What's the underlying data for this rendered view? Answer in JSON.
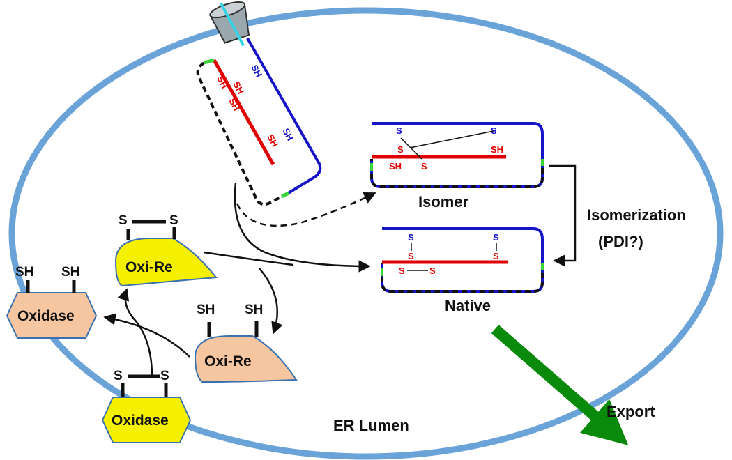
{
  "labels": {
    "isomer": "Isomer",
    "native": "Native",
    "isomerization": "Isomerization",
    "pdi": "(PDI?)",
    "export": "Export",
    "er_lumen": "ER Lumen",
    "oxi_re": "Oxi-Re",
    "oxidase": "Oxidase",
    "sh": "SH",
    "s": "S"
  },
  "colors": {
    "membrane": "#6aa3d8",
    "chain_blue": "#1414c8",
    "chain_red": "#e00000",
    "chain_black": "#111111",
    "green_tick": "#39d639",
    "yellow": "#f4f000",
    "peach": "#f6c6a1",
    "export_arrow": "#0a8a0a",
    "translocon": "#9aa7ad"
  },
  "icons": {
    "translocon": "translocon-icon"
  }
}
